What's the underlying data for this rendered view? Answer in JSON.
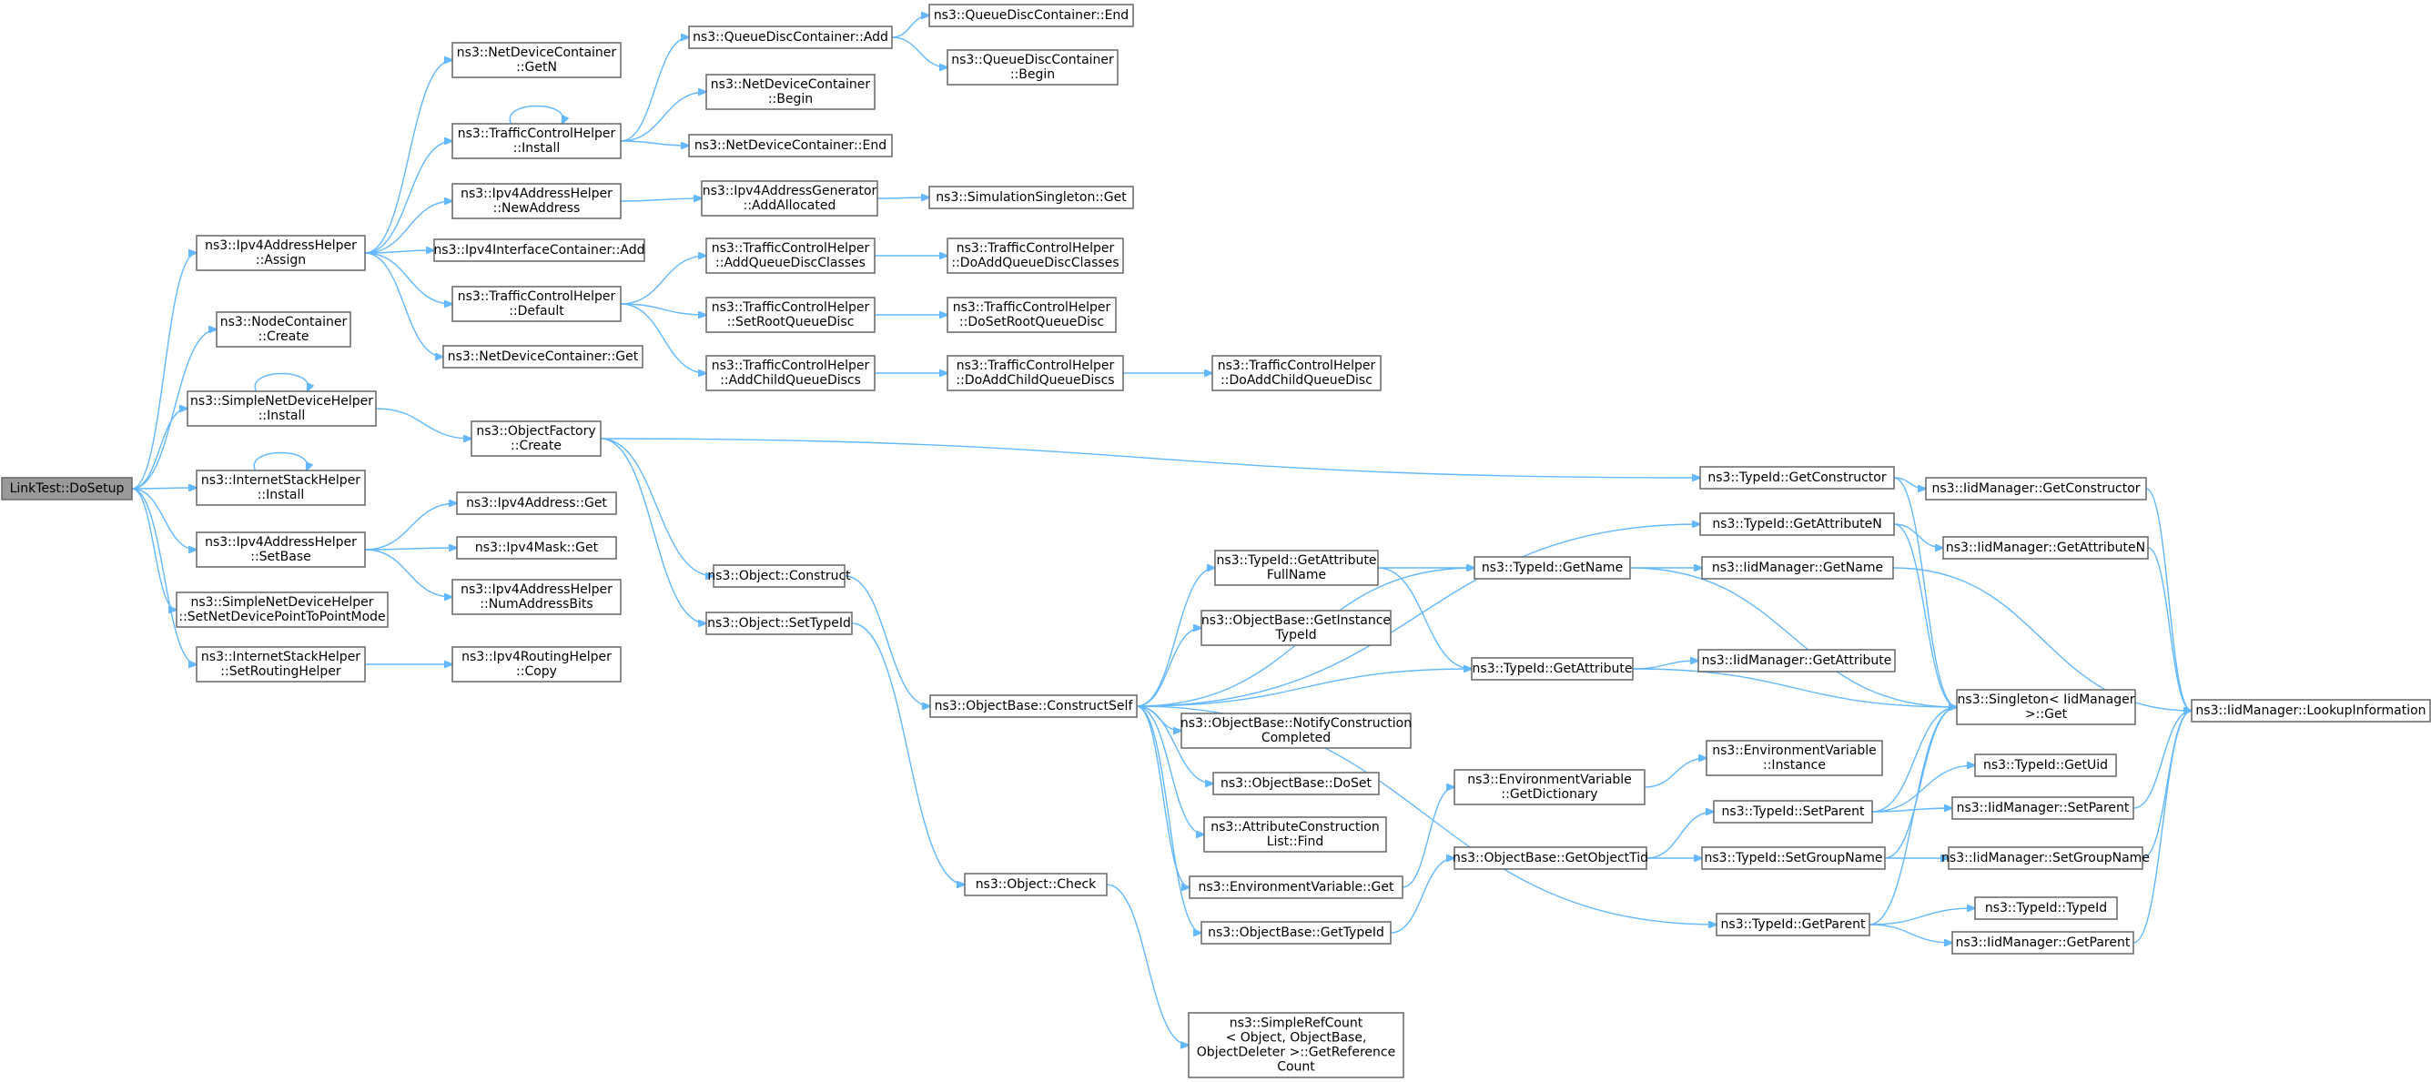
{
  "nodes": [
    {
      "id": "root",
      "lines": [
        "LinkTest::DoSetup"
      ],
      "root": true
    },
    {
      "id": "ndc_getn",
      "lines": [
        "ns3::NetDeviceContainer",
        "::GetN"
      ]
    },
    {
      "id": "tch_install",
      "lines": [
        "ns3::TrafficControlHelper",
        "::Install"
      ]
    },
    {
      "id": "qdc_add",
      "lines": [
        "ns3::QueueDiscContainer::Add"
      ]
    },
    {
      "id": "qdc_end",
      "lines": [
        "ns3::QueueDiscContainer::End"
      ]
    },
    {
      "id": "qdc_begin",
      "lines": [
        "ns3::QueueDiscContainer",
        "::Begin"
      ]
    },
    {
      "id": "ndc_begin",
      "lines": [
        "ns3::NetDeviceContainer",
        "::Begin"
      ]
    },
    {
      "id": "ndc_end",
      "lines": [
        "ns3::NetDeviceContainer::End"
      ]
    },
    {
      "id": "ipv4ah_assign",
      "lines": [
        "ns3::Ipv4AddressHelper",
        "::Assign"
      ]
    },
    {
      "id": "ipv4ah_newaddr",
      "lines": [
        "ns3::Ipv4AddressHelper",
        "::NewAddress"
      ]
    },
    {
      "id": "ipv4ag_addalloc",
      "lines": [
        "ns3::Ipv4AddressGenerator",
        "::AddAllocated"
      ]
    },
    {
      "id": "simsingleton_get",
      "lines": [
        "ns3::SimulationSingleton::Get"
      ]
    },
    {
      "id": "ipv4ic_add",
      "lines": [
        "ns3::Ipv4InterfaceContainer::Add"
      ]
    },
    {
      "id": "tch_addqdc",
      "lines": [
        "ns3::TrafficControlHelper",
        "::AddQueueDiscClasses"
      ]
    },
    {
      "id": "tch_doaddqdc",
      "lines": [
        "ns3::TrafficControlHelper",
        "::DoAddQueueDiscClasses"
      ]
    },
    {
      "id": "tch_default",
      "lines": [
        "ns3::TrafficControlHelper",
        "::Default"
      ]
    },
    {
      "id": "tch_setroot",
      "lines": [
        "ns3::TrafficControlHelper",
        "::SetRootQueueDisc"
      ]
    },
    {
      "id": "tch_dosetroot",
      "lines": [
        "ns3::TrafficControlHelper",
        "::DoSetRootQueueDisc"
      ]
    },
    {
      "id": "nc_create",
      "lines": [
        "ns3::NodeContainer",
        "::Create"
      ]
    },
    {
      "id": "ndc_get",
      "lines": [
        "ns3::NetDeviceContainer::Get"
      ]
    },
    {
      "id": "tch_addchild",
      "lines": [
        "ns3::TrafficControlHelper",
        "::AddChildQueueDiscs"
      ]
    },
    {
      "id": "tch_doaddchilds",
      "lines": [
        "ns3::TrafficControlHelper",
        "::DoAddChildQueueDiscs"
      ]
    },
    {
      "id": "tch_doaddchild",
      "lines": [
        "ns3::TrafficControlHelper",
        "::DoAddChildQueueDisc"
      ]
    },
    {
      "id": "sndh_install",
      "lines": [
        "ns3::SimpleNetDeviceHelper",
        "::Install"
      ]
    },
    {
      "id": "of_create",
      "lines": [
        "ns3::ObjectFactory",
        "::Create"
      ]
    },
    {
      "id": "tid_getctor",
      "lines": [
        "ns3::TypeId::GetConstructor"
      ]
    },
    {
      "id": "iidm_getctor",
      "lines": [
        "ns3::IidManager::GetConstructor"
      ]
    },
    {
      "id": "ish_install",
      "lines": [
        "ns3::InternetStackHelper",
        "::Install"
      ]
    },
    {
      "id": "ipv4ah_setbase",
      "lines": [
        "ns3::Ipv4AddressHelper",
        "::SetBase"
      ]
    },
    {
      "id": "ipv4addr_get",
      "lines": [
        "ns3::Ipv4Address::Get"
      ]
    },
    {
      "id": "ipv4mask_get",
      "lines": [
        "ns3::Ipv4Mask::Get"
      ]
    },
    {
      "id": "ipv4ah_numbits",
      "lines": [
        "ns3::Ipv4AddressHelper",
        "::NumAddressBits"
      ]
    },
    {
      "id": "tid_getattrn",
      "lines": [
        "ns3::TypeId::GetAttributeN"
      ]
    },
    {
      "id": "iidm_getattrn",
      "lines": [
        "ns3::IidManager::GetAttributeN"
      ]
    },
    {
      "id": "tid_getattrfull",
      "lines": [
        "ns3::TypeId::GetAttribute",
        "FullName"
      ]
    },
    {
      "id": "tid_getname",
      "lines": [
        "ns3::TypeId::GetName"
      ]
    },
    {
      "id": "iidm_getname",
      "lines": [
        "ns3::IidManager::GetName"
      ]
    },
    {
      "id": "obj_construct",
      "lines": [
        "ns3::Object::Construct"
      ]
    },
    {
      "id": "sndh_setp2p",
      "lines": [
        "ns3::SimpleNetDeviceHelper",
        "::SetNetDevicePointToPointMode"
      ]
    },
    {
      "id": "obj_settypeid",
      "lines": [
        "ns3::Object::SetTypeId"
      ]
    },
    {
      "id": "ob_getinst",
      "lines": [
        "ns3::ObjectBase::GetInstance",
        "TypeId"
      ]
    },
    {
      "id": "ish_setrouting",
      "lines": [
        "ns3::InternetStackHelper",
        "::SetRoutingHelper"
      ]
    },
    {
      "id": "ipv4rh_copy",
      "lines": [
        "ns3::Ipv4RoutingHelper",
        "::Copy"
      ]
    },
    {
      "id": "tid_getattr",
      "lines": [
        "ns3::TypeId::GetAttribute"
      ]
    },
    {
      "id": "iidm_getattr",
      "lines": [
        "ns3::IidManager::GetAttribute"
      ]
    },
    {
      "id": "ob_constructself",
      "lines": [
        "ns3::ObjectBase::ConstructSelf"
      ]
    },
    {
      "id": "singleton_get",
      "lines": [
        "ns3::Singleton< IidManager",
        " >::Get"
      ]
    },
    {
      "id": "iidm_lookup",
      "lines": [
        "ns3::IidManager::LookupInformation"
      ]
    },
    {
      "id": "ob_notify",
      "lines": [
        "ns3::ObjectBase::NotifyConstruction",
        "Completed"
      ]
    },
    {
      "id": "env_instance",
      "lines": [
        "ns3::EnvironmentVariable",
        "::Instance"
      ]
    },
    {
      "id": "ob_doset",
      "lines": [
        "ns3::ObjectBase::DoSet"
      ]
    },
    {
      "id": "env_getdict",
      "lines": [
        "ns3::EnvironmentVariable",
        "::GetDictionary"
      ]
    },
    {
      "id": "tid_getuid",
      "lines": [
        "ns3::TypeId::GetUid"
      ]
    },
    {
      "id": "tid_setparent",
      "lines": [
        "ns3::TypeId::SetParent"
      ]
    },
    {
      "id": "iidm_setparent",
      "lines": [
        "ns3::IidManager::SetParent"
      ]
    },
    {
      "id": "acl_find",
      "lines": [
        "ns3::AttributeConstruction",
        "List::Find"
      ]
    },
    {
      "id": "ob_getobjtid",
      "lines": [
        "ns3::ObjectBase::GetObjectTid"
      ]
    },
    {
      "id": "tid_setgroup",
      "lines": [
        "ns3::TypeId::SetGroupName"
      ]
    },
    {
      "id": "iidm_setgroup",
      "lines": [
        "ns3::IidManager::SetGroupName"
      ]
    },
    {
      "id": "obj_check",
      "lines": [
        "ns3::Object::Check"
      ]
    },
    {
      "id": "env_get",
      "lines": [
        "ns3::EnvironmentVariable::Get"
      ]
    },
    {
      "id": "tid_typeid",
      "lines": [
        "ns3::TypeId::TypeId"
      ]
    },
    {
      "id": "tid_getparent",
      "lines": [
        "ns3::TypeId::GetParent"
      ]
    },
    {
      "id": "ob_gettypeid",
      "lines": [
        "ns3::ObjectBase::GetTypeId"
      ]
    },
    {
      "id": "iidm_getparent",
      "lines": [
        "ns3::IidManager::GetParent"
      ]
    },
    {
      "id": "src_getref",
      "lines": [
        "ns3::SimpleRefCount",
        "< Object, ObjectBase,",
        " ObjectDeleter >::GetReference",
        "Count"
      ]
    }
  ],
  "edges": [
    [
      "root",
      "ipv4ah_assign"
    ],
    [
      "root",
      "nc_create"
    ],
    [
      "root",
      "sndh_install"
    ],
    [
      "root",
      "ish_install"
    ],
    [
      "root",
      "ipv4ah_setbase"
    ],
    [
      "root",
      "sndh_setp2p"
    ],
    [
      "root",
      "ish_setrouting"
    ],
    [
      "ipv4ah_assign",
      "ndc_getn"
    ],
    [
      "ipv4ah_assign",
      "tch_install"
    ],
    [
      "ipv4ah_assign",
      "ipv4ah_newaddr"
    ],
    [
      "ipv4ah_assign",
      "ipv4ic_add"
    ],
    [
      "ipv4ah_assign",
      "tch_default"
    ],
    [
      "ipv4ah_assign",
      "ndc_get"
    ],
    [
      "tch_install",
      "tch_install"
    ],
    [
      "tch_install",
      "qdc_add"
    ],
    [
      "tch_install",
      "ndc_begin"
    ],
    [
      "tch_install",
      "ndc_end"
    ],
    [
      "qdc_add",
      "qdc_end"
    ],
    [
      "qdc_add",
      "qdc_begin"
    ],
    [
      "ipv4ah_newaddr",
      "ipv4ag_addalloc"
    ],
    [
      "ipv4ag_addalloc",
      "simsingleton_get"
    ],
    [
      "tch_default",
      "tch_addqdc"
    ],
    [
      "tch_default",
      "tch_setroot"
    ],
    [
      "tch_default",
      "tch_addchild"
    ],
    [
      "tch_addqdc",
      "tch_doaddqdc"
    ],
    [
      "tch_setroot",
      "tch_dosetroot"
    ],
    [
      "tch_addchild",
      "tch_doaddchilds"
    ],
    [
      "tch_doaddchilds",
      "tch_doaddchild"
    ],
    [
      "sndh_install",
      "sndh_install"
    ],
    [
      "sndh_install",
      "of_create"
    ],
    [
      "of_create",
      "tid_getctor"
    ],
    [
      "of_create",
      "obj_construct"
    ],
    [
      "of_create",
      "obj_settypeid"
    ],
    [
      "tid_getctor",
      "iidm_getctor"
    ],
    [
      "tid_getctor",
      "singleton_get"
    ],
    [
      "iidm_getctor",
      "iidm_lookup"
    ],
    [
      "ish_install",
      "ish_install"
    ],
    [
      "ipv4ah_setbase",
      "ipv4addr_get"
    ],
    [
      "ipv4ah_setbase",
      "ipv4mask_get"
    ],
    [
      "ipv4ah_setbase",
      "ipv4ah_numbits"
    ],
    [
      "ish_setrouting",
      "ipv4rh_copy"
    ],
    [
      "obj_construct",
      "ob_constructself"
    ],
    [
      "obj_settypeid",
      "obj_check"
    ],
    [
      "obj_check",
      "src_getref"
    ],
    [
      "ob_constructself",
      "tid_getattrn"
    ],
    [
      "ob_constructself",
      "tid_getattrfull"
    ],
    [
      "ob_constructself",
      "tid_getname"
    ],
    [
      "ob_constructself",
      "ob_getinst"
    ],
    [
      "ob_constructself",
      "tid_getattr"
    ],
    [
      "ob_constructself",
      "ob_notify"
    ],
    [
      "ob_constructself",
      "ob_doset"
    ],
    [
      "ob_constructself",
      "acl_find"
    ],
    [
      "ob_constructself",
      "env_get"
    ],
    [
      "ob_constructself",
      "ob_gettypeid"
    ],
    [
      "ob_constructself",
      "tid_getparent"
    ],
    [
      "tid_getattrn",
      "iidm_getattrn"
    ],
    [
      "tid_getattrn",
      "singleton_get"
    ],
    [
      "iidm_getattrn",
      "iidm_lookup"
    ],
    [
      "tid_getattrfull",
      "tid_getname"
    ],
    [
      "tid_getattrfull",
      "tid_getattr"
    ],
    [
      "tid_getname",
      "iidm_getname"
    ],
    [
      "tid_getname",
      "singleton_get"
    ],
    [
      "iidm_getname",
      "iidm_lookup"
    ],
    [
      "tid_getattr",
      "iidm_getattr"
    ],
    [
      "tid_getattr",
      "singleton_get"
    ],
    [
      "env_get",
      "env_getdict"
    ],
    [
      "env_getdict",
      "env_instance"
    ],
    [
      "ob_gettypeid",
      "ob_getobjtid"
    ],
    [
      "ob_getobjtid",
      "tid_setparent"
    ],
    [
      "ob_getobjtid",
      "tid_setgroup"
    ],
    [
      "tid_setparent",
      "tid_getuid"
    ],
    [
      "tid_setparent",
      "iidm_setparent"
    ],
    [
      "tid_setparent",
      "singleton_get"
    ],
    [
      "iidm_setparent",
      "iidm_lookup"
    ],
    [
      "tid_setgroup",
      "iidm_setgroup"
    ],
    [
      "tid_setgroup",
      "singleton_get"
    ],
    [
      "iidm_setgroup",
      "iidm_lookup"
    ],
    [
      "tid_getparent",
      "tid_typeid"
    ],
    [
      "tid_getparent",
      "iidm_getparent"
    ],
    [
      "tid_getparent",
      "singleton_get"
    ],
    [
      "iidm_getparent",
      "iidm_lookup"
    ]
  ]
}
